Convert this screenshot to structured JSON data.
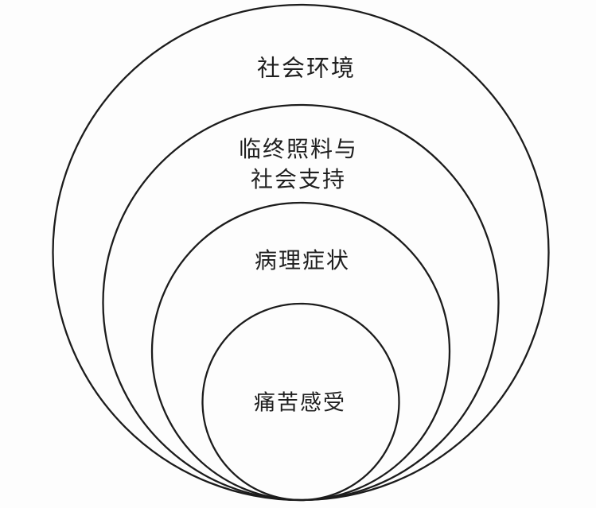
{
  "diagram": {
    "type": "nested-circles",
    "description_names": [
      "social-environment",
      "hospice-care-and-social-support",
      "pathological-symptoms",
      "pain-feelings"
    ],
    "colors": {
      "background_color": "#fdfdfd",
      "stroke_color": "#1c1c1c",
      "text_color": "#1f1f1f"
    },
    "rings": [
      {
        "name": "social-environment",
        "label": "社会环境"
      },
      {
        "name": "hospice-care-and-social-support",
        "label_line1": "临终照料与",
        "label_line2": "社会支持"
      },
      {
        "name": "pathological-symptoms",
        "label": "病理症状"
      },
      {
        "name": "pain-feelings",
        "label": "痛苦感受"
      }
    ]
  }
}
